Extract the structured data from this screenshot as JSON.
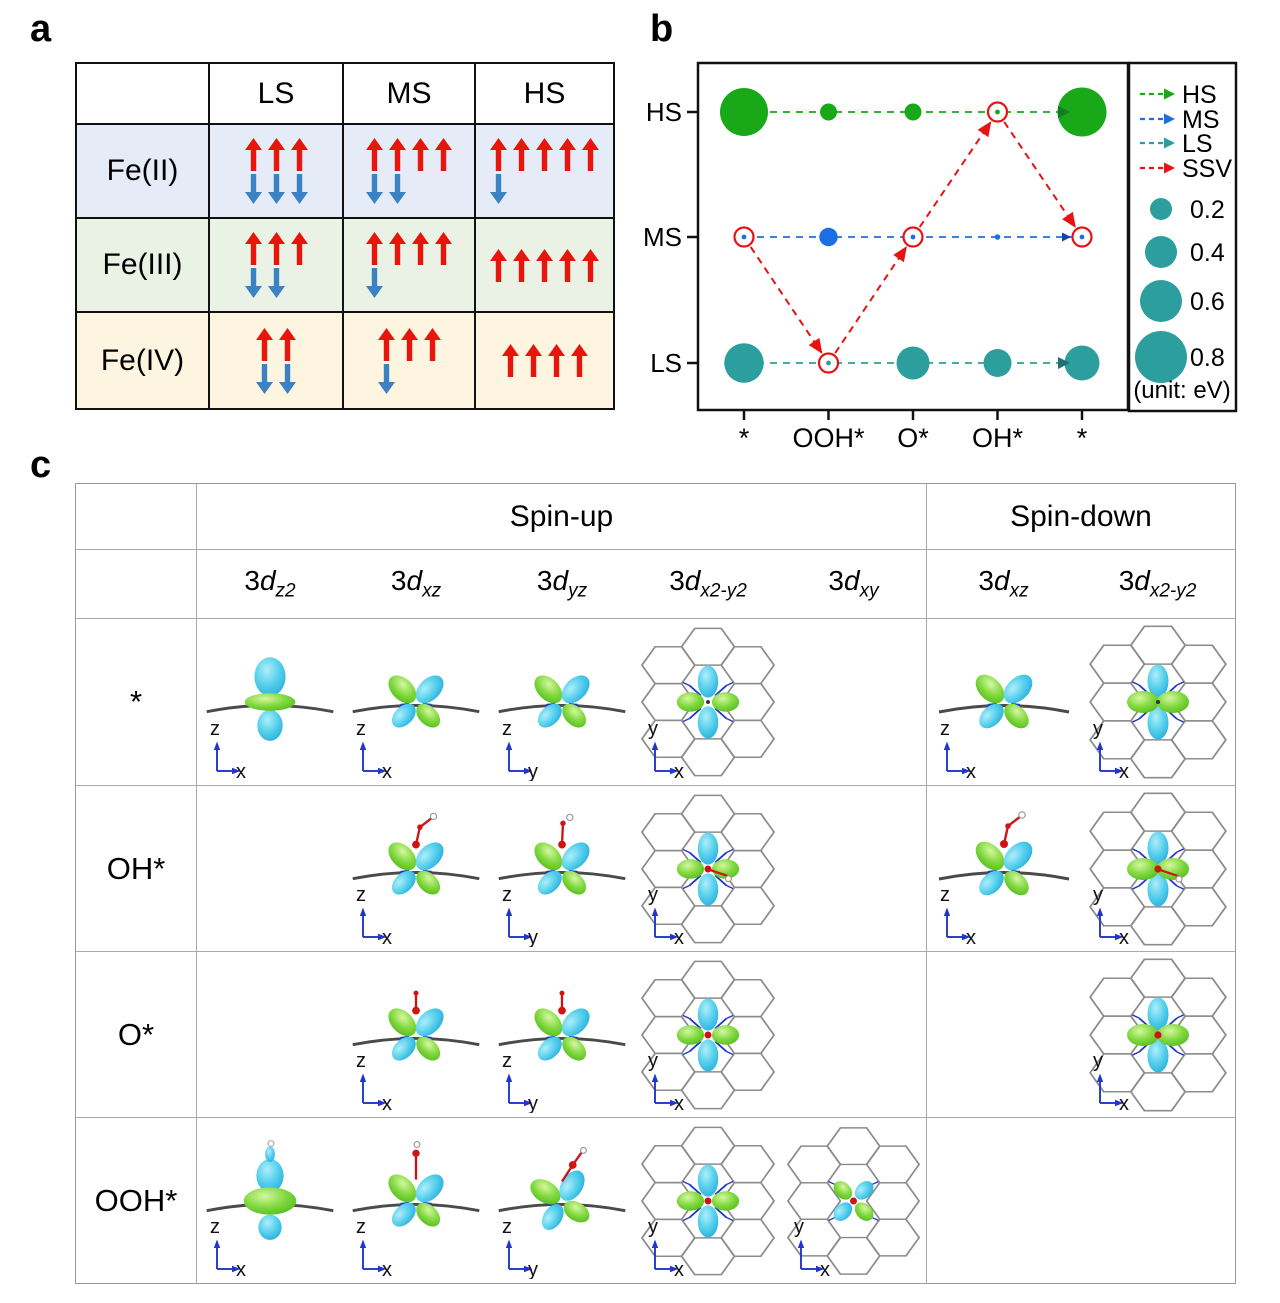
{
  "panel_labels": {
    "a": "a",
    "b": "b",
    "c": "c"
  },
  "spin_table": {
    "col_headers": [
      "LS",
      "MS",
      "HS"
    ],
    "up_color": "#e8150c",
    "down_color": "#3b82c4",
    "rows": [
      {
        "label": "Fe(II)",
        "bg": "#e5ecf7",
        "spins": [
          {
            "up": 3,
            "down": 3
          },
          {
            "up": 4,
            "down": 2
          },
          {
            "up": 5,
            "down": 1
          }
        ]
      },
      {
        "label": "Fe(III)",
        "bg": "#eaf2e5",
        "spins": [
          {
            "up": 3,
            "down": 2
          },
          {
            "up": 4,
            "down": 1
          },
          {
            "up": 5,
            "down": 0
          }
        ]
      },
      {
        "label": "Fe(IV)",
        "bg": "#fdf5e0",
        "spins": [
          {
            "up": 2,
            "down": 2
          },
          {
            "up": 3,
            "down": 1
          },
          {
            "up": 4,
            "down": 0
          }
        ]
      }
    ]
  },
  "chart_data": {
    "type": "scatter",
    "x_categories": [
      "*",
      "OOH*",
      "O*",
      "OH*",
      "*"
    ],
    "y_categories": [
      "HS",
      "MS",
      "LS"
    ],
    "series": [
      {
        "name": "HS",
        "color": "#18a818",
        "arrow_color": "#157a20",
        "values": [
          0.72,
          0.1,
          0.1,
          0.02,
          0.74
        ],
        "open": [
          false,
          false,
          false,
          true,
          false
        ]
      },
      {
        "name": "MS",
        "color": "#1c6fe0",
        "arrow_color": "#1440b0",
        "values": [
          0.02,
          0.13,
          0.02,
          0.03,
          0.02
        ],
        "open": [
          true,
          false,
          true,
          false,
          true
        ]
      },
      {
        "name": "LS",
        "color": "#2d9e9e",
        "arrow_color": "#1f6f74",
        "values": [
          0.55,
          0.02,
          0.42,
          0.32,
          0.46
        ],
        "open": [
          false,
          true,
          false,
          false,
          false
        ]
      }
    ],
    "ssv": {
      "name": "SSV",
      "color": "#e81212",
      "path": [
        [
          "*",
          "MS"
        ],
        [
          "OOH*",
          "LS"
        ],
        [
          "O*",
          "MS"
        ],
        [
          "OH*",
          "HS"
        ],
        [
          "*",
          "MS"
        ]
      ]
    },
    "legend": {
      "entries": [
        "HS",
        "MS",
        "LS",
        "SSV"
      ],
      "sizes": [
        0.2,
        0.4,
        0.6,
        0.8
      ],
      "size_labels": [
        "0.2",
        "0.4",
        "0.6",
        "0.8"
      ],
      "bubble_color": "#2d9e9e",
      "unit": "(unit: eV)"
    }
  },
  "orbital_table": {
    "group_headers": [
      {
        "label": "Spin-up",
        "span": 5
      },
      {
        "label": "Spin-down",
        "span": 2
      }
    ],
    "columns": [
      {
        "base": "3",
        "sub": "z2"
      },
      {
        "base": "3",
        "sub": "xz"
      },
      {
        "base": "3",
        "sub": "yz"
      },
      {
        "base": "3",
        "sub": "x2-y2"
      },
      {
        "base": "3",
        "sub": "xy"
      },
      {
        "base": "3",
        "sub": "xz"
      },
      {
        "base": "3",
        "sub": "x2-y2"
      }
    ],
    "rows": [
      {
        "label": "*",
        "cells": [
          {
            "v": "side",
            "o": "z2",
            "ax": [
              "z",
              "x"
            ]
          },
          {
            "v": "side",
            "o": "xz",
            "ax": [
              "z",
              "x"
            ]
          },
          {
            "v": "side",
            "o": "xz",
            "ax": [
              "z",
              "y"
            ]
          },
          {
            "v": "top",
            "o": "x2y2",
            "ax": [
              "y",
              "x"
            ],
            "a": "dark"
          },
          null,
          {
            "v": "side",
            "o": "xz",
            "ax": [
              "z",
              "x"
            ]
          },
          {
            "v": "top",
            "o": "x2y2g",
            "ax": [
              "y",
              "x"
            ],
            "a": "dark"
          }
        ]
      },
      {
        "label": "OH*",
        "cells": [
          null,
          {
            "v": "side",
            "o": "xz",
            "ax": [
              "z",
              "x"
            ],
            "a": "OHt"
          },
          {
            "v": "side",
            "o": "xz",
            "ax": [
              "z",
              "y"
            ],
            "a": "OHv"
          },
          {
            "v": "top",
            "o": "x2y2",
            "ax": [
              "y",
              "x"
            ],
            "a": "OHtop"
          },
          null,
          {
            "v": "side",
            "o": "xz",
            "ax": [
              "z",
              "x"
            ],
            "a": "OHt"
          },
          {
            "v": "top",
            "o": "x2y2g",
            "ax": [
              "y",
              "x"
            ],
            "a": "OHtop"
          }
        ]
      },
      {
        "label": "O*",
        "cells": [
          null,
          {
            "v": "side",
            "o": "xz",
            "ax": [
              "z",
              "x"
            ],
            "a": "O"
          },
          {
            "v": "side",
            "o": "xz",
            "ax": [
              "z",
              "y"
            ],
            "a": "O"
          },
          {
            "v": "top",
            "o": "x2y2",
            "ax": [
              "y",
              "x"
            ],
            "a": "red"
          },
          null,
          null,
          {
            "v": "top",
            "o": "x2y2g",
            "ax": [
              "y",
              "x"
            ],
            "a": "red"
          }
        ]
      },
      {
        "label": "OOH*",
        "cells": [
          {
            "v": "side",
            "o": "z2o",
            "ax": [
              "z",
              "x"
            ]
          },
          {
            "v": "side",
            "o": "xz",
            "ax": [
              "z",
              "x"
            ],
            "a": "OOHv"
          },
          {
            "v": "side",
            "o": "xzT",
            "ax": [
              "z",
              "y"
            ],
            "a": "OOHb"
          },
          {
            "v": "top",
            "o": "x2y2",
            "ax": [
              "y",
              "x"
            ],
            "a": "red"
          },
          {
            "v": "top",
            "o": "xy",
            "ax": [
              "y",
              "x"
            ],
            "a": "red"
          },
          null,
          null
        ]
      }
    ]
  }
}
